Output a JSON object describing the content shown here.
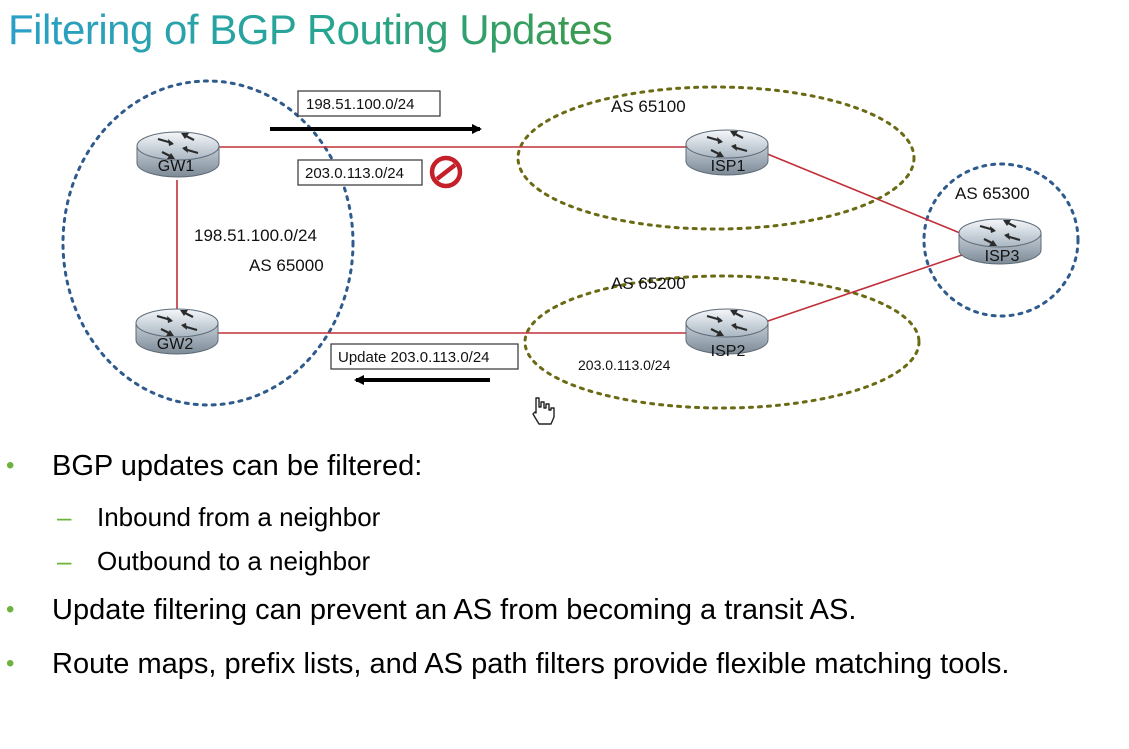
{
  "title": "Filtering of BGP Routing Updates",
  "diagram": {
    "routers": {
      "gw1": "GW1",
      "gw2": "GW2",
      "isp1": "ISP1",
      "isp2": "ISP2",
      "isp3": "ISP3"
    },
    "as_labels": {
      "as65000": "AS 65000",
      "as65100": "AS 65100",
      "as65200": "AS 65200",
      "as65300": "AS 65300"
    },
    "network_labels": {
      "gw_internal": "198.51.100.0/24",
      "isp2_net": "203.0.113.0/24"
    },
    "boxes": {
      "advertised": "198.51.100.0/24",
      "blocked": "203.0.113.0/24",
      "update": "Update 203.0.113.0/24"
    },
    "colors": {
      "link": "#c0303a",
      "as_blue_border": "#2e5a8c",
      "as_olive_border": "#6b6a14",
      "blocked_icon": "#c4202a"
    }
  },
  "bullets": [
    {
      "text": "BGP updates can be filtered:",
      "sub": [
        "Inbound from a neighbor",
        "Outbound to a neighbor"
      ]
    },
    {
      "text": "Update filtering can prevent an AS from becoming a transit AS.",
      "sub": []
    },
    {
      "text": "Route maps, prefix lists, and AS path filters provide flexible matching tools.",
      "sub": []
    }
  ]
}
